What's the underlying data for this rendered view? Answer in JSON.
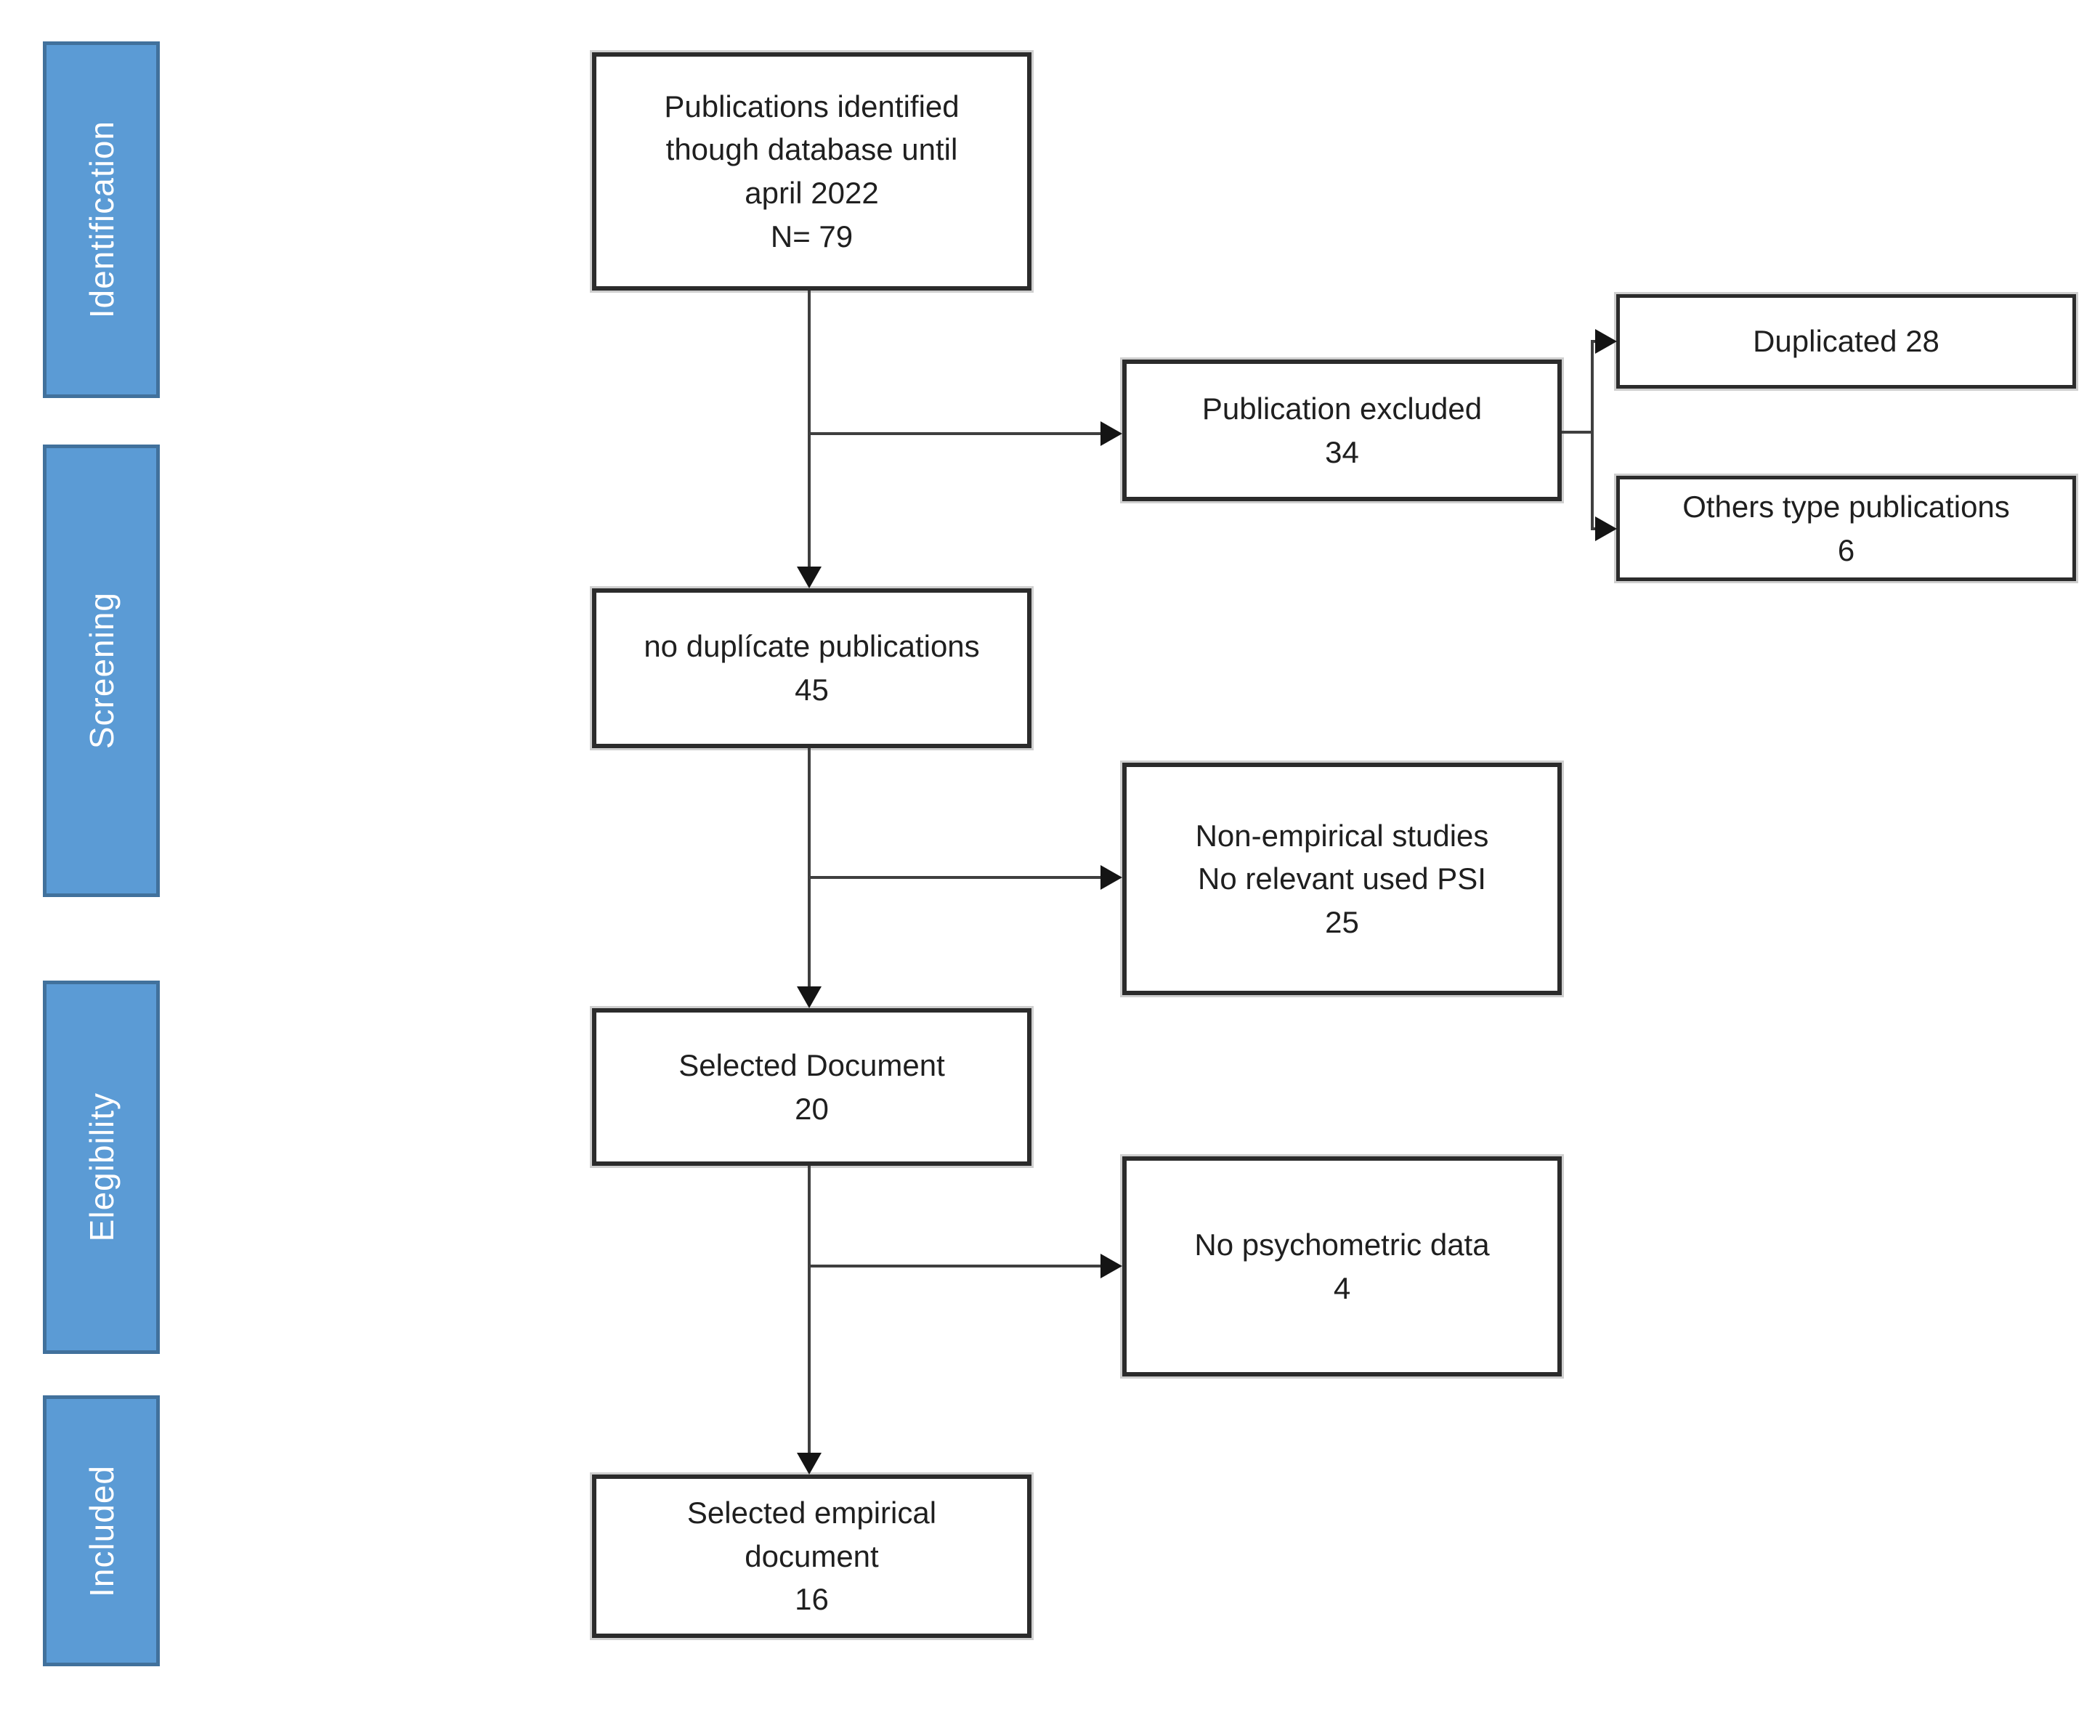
{
  "stages": [
    {
      "label": "Identification"
    },
    {
      "label": "Screening"
    },
    {
      "label": "Elegibility"
    },
    {
      "label": "Included"
    }
  ],
  "nodes": {
    "identified": {
      "text": "Publications identified\nthough database until\napril 2022",
      "count": "N= 79"
    },
    "excluded": {
      "text": "Publication excluded",
      "count": "34"
    },
    "duplicated": {
      "text": "Duplicated 28",
      "count": ""
    },
    "others": {
      "text": "Others type publications",
      "count": "6"
    },
    "no_duplicate": {
      "text": "no duplícate publications",
      "count": "45"
    },
    "non_empirical": {
      "text": "Non-empirical studies\nNo relevant used PSI",
      "count": "25"
    },
    "selected_document": {
      "text": "Selected Document",
      "count": "20"
    },
    "no_psychometric": {
      "text": "No psychometric data",
      "count": "4"
    },
    "selected_empirical": {
      "text": "Selected empirical\ndocument",
      "count": "16"
    }
  },
  "colors": {
    "stage_fill": "#5B9BD5",
    "stage_border": "#41719C",
    "stage_text": "#FFFFFF",
    "box_fill": "#FFFFFF",
    "box_border": "#2B2B2B",
    "connector": "#3F3F3F",
    "arrow": "#141414",
    "text": "#1F1F1F"
  }
}
